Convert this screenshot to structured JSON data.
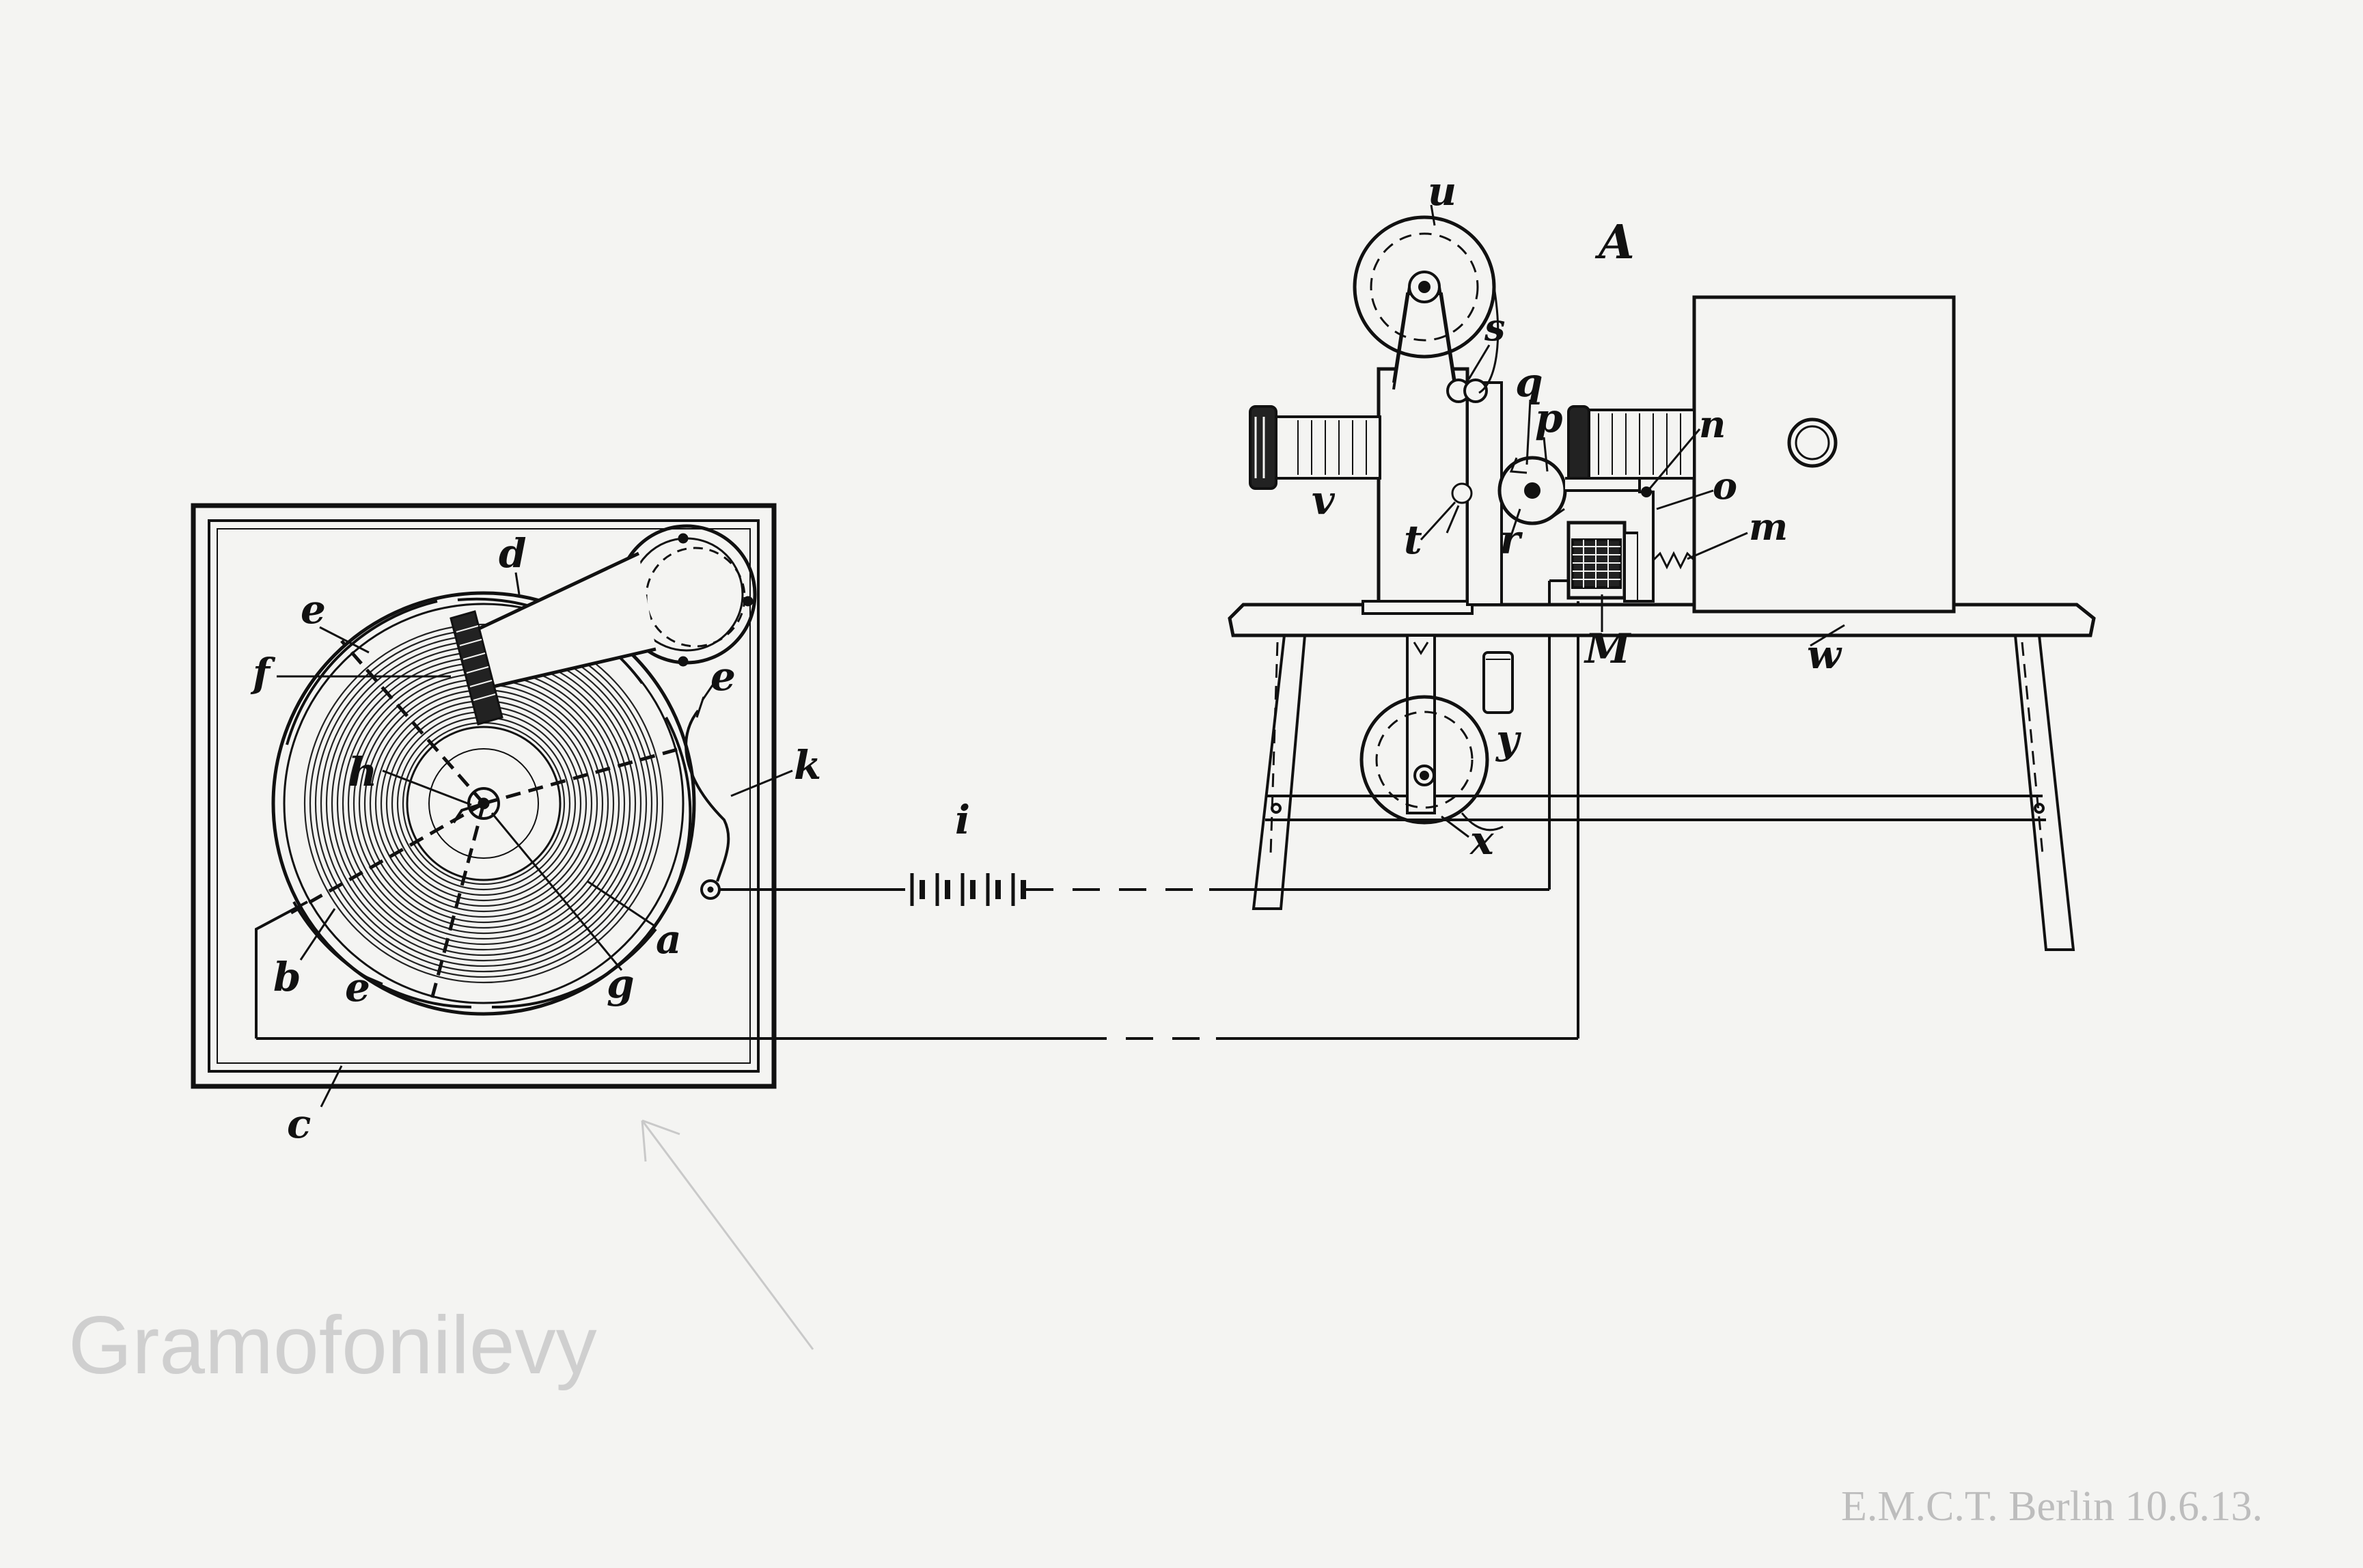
{
  "colors": {
    "paper": "#f4f4f2",
    "ink": "#111111",
    "pencil": "#cfcfcf"
  },
  "labels": {
    "A": "A",
    "a": "a",
    "b": "b",
    "c": "c",
    "d": "d",
    "e_top": "e",
    "e_right": "e",
    "e_bottom": "e",
    "f": "f",
    "g": "g",
    "h": "h",
    "i": "i",
    "k": "k",
    "m": "m",
    "M": "M",
    "n": "n",
    "o": "o",
    "p": "p",
    "q": "q",
    "r": "r",
    "s": "s",
    "t": "t",
    "u": "u",
    "v": "v",
    "w": "w",
    "x": "x",
    "y": "y"
  },
  "annotations": {
    "pencil_note": "Gramofonilevy",
    "stamp": "E.M.C.T. Berlin 10.6.13."
  },
  "icons": {
    "battery": "battery-icon",
    "arrow": "pencil-arrow-icon"
  }
}
